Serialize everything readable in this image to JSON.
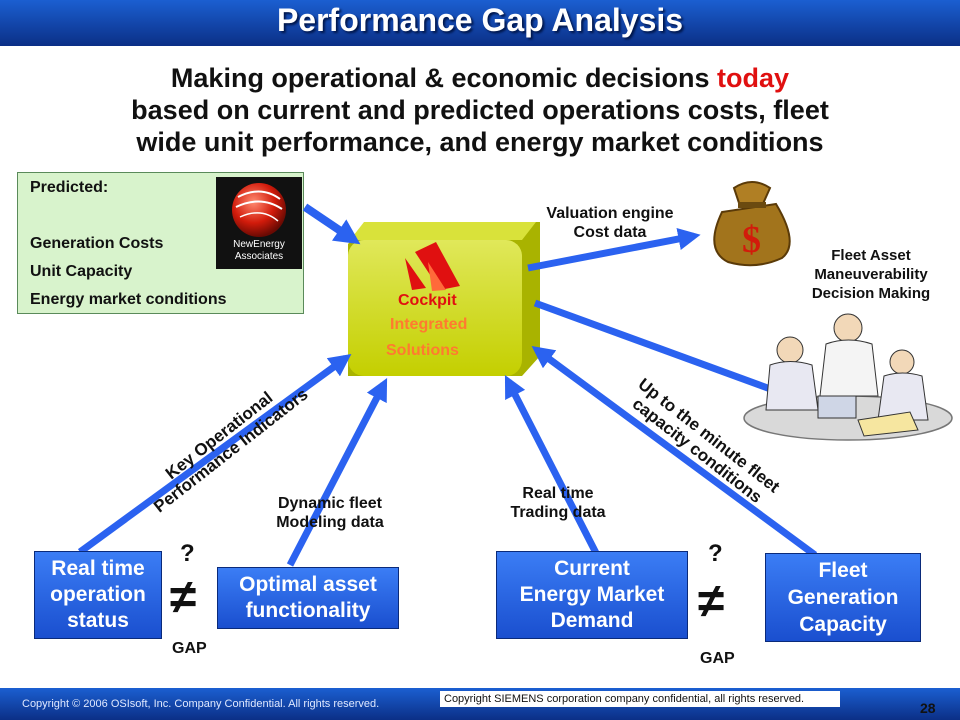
{
  "title": "Performance Gap Analysis",
  "subtitle": {
    "line1_pre": "Making operational & economic decisions ",
    "line1_highlight": "today",
    "line2": "based on current and predicted operations costs, fleet",
    "line3": "wide unit performance, and energy market conditions"
  },
  "predicted_box": {
    "heading": "Predicted:",
    "items": [
      "Generation Costs",
      "Unit Capacity",
      "Energy market conditions"
    ]
  },
  "logo": {
    "line1": "NewEnergy",
    "line2": "Associates"
  },
  "cockpit": {
    "name": "Cockpit",
    "line1": "Integrated",
    "line2": "Solutions"
  },
  "labels": {
    "valuation": [
      "Valuation engine",
      "Cost data"
    ],
    "fleet_asset": [
      "Fleet Asset",
      "Maneuverability",
      "Decision Making"
    ],
    "kpi": [
      "Key Operational",
      "Performance Indicators"
    ],
    "dynamic": [
      "Dynamic fleet",
      "Modeling data"
    ],
    "trading": [
      "Real time",
      "Trading data"
    ],
    "capacity": [
      "Up to the minute fleet",
      "capacity conditions"
    ]
  },
  "boxes": {
    "realtime": [
      "Real time",
      "operation",
      "status"
    ],
    "optimal": [
      "Optimal asset",
      "functionality"
    ],
    "demand": [
      "Current",
      "Energy Market",
      "Demand"
    ],
    "fleetgen": [
      "Fleet",
      "Generation",
      "Capacity"
    ]
  },
  "gap_left": {
    "question": "?",
    "symbol": "≠",
    "label": "GAP"
  },
  "gap_right": {
    "question": "?",
    "symbol": "≠",
    "label": "GAP"
  },
  "footer": {
    "left": "Copyright © 2006 OSIsoft, Inc. Company Confidential. All rights reserved.",
    "right": "Copyright SIEMENS corporation company confidential, all rights reserved.",
    "page": "28"
  },
  "colors": {
    "arrow": "#2b62f0",
    "cube": "#c8d400",
    "accent_red": "#e01010",
    "box_blue": "#2a63e6"
  }
}
